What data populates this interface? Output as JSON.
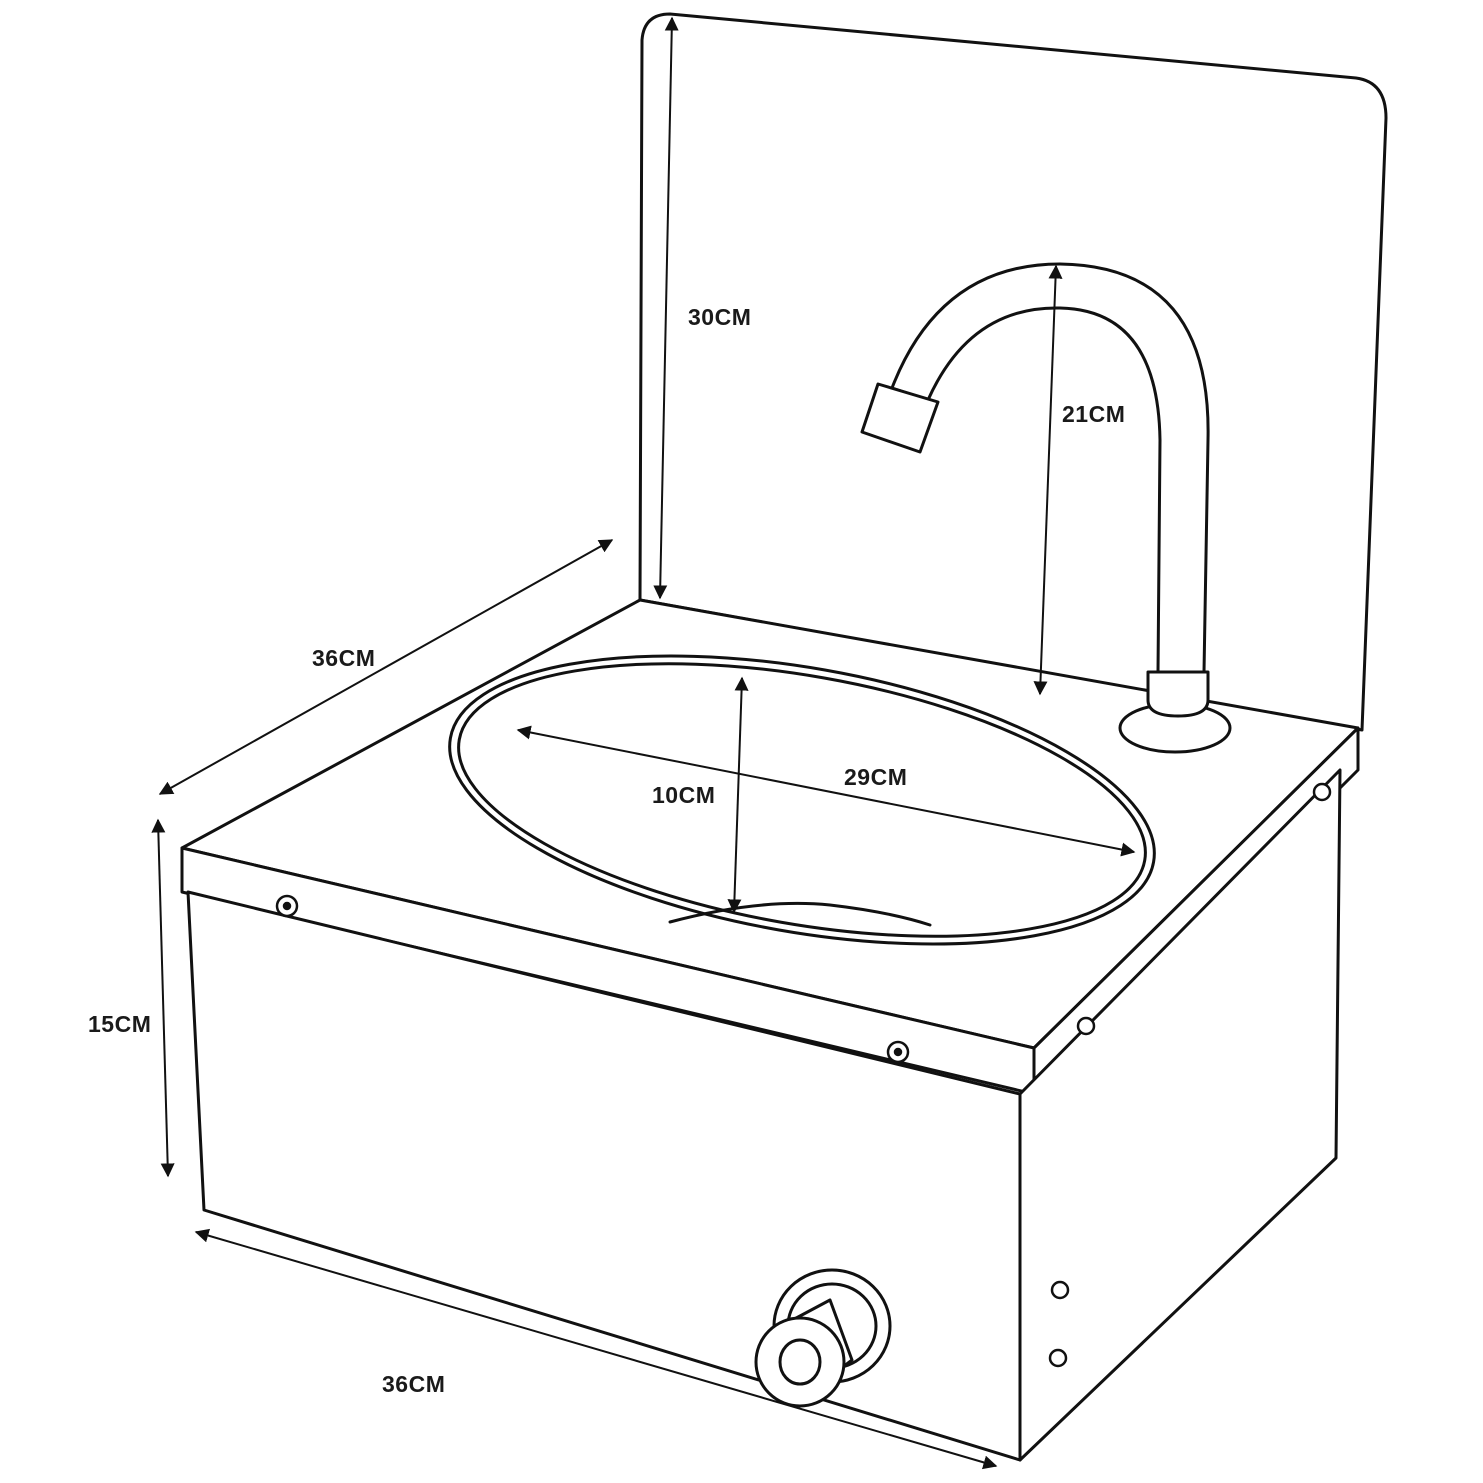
{
  "colors": {
    "line": "#111111",
    "fill": "#ffffff",
    "shadow": "#dcdcdc"
  },
  "dimensions": {
    "backsplash_height": "30CM",
    "faucet_height": "21CM",
    "depth": "36CM",
    "bowl_diameter": "29CM",
    "bowl_depth": "10CM",
    "body_height": "15CM",
    "width": "36CM"
  }
}
